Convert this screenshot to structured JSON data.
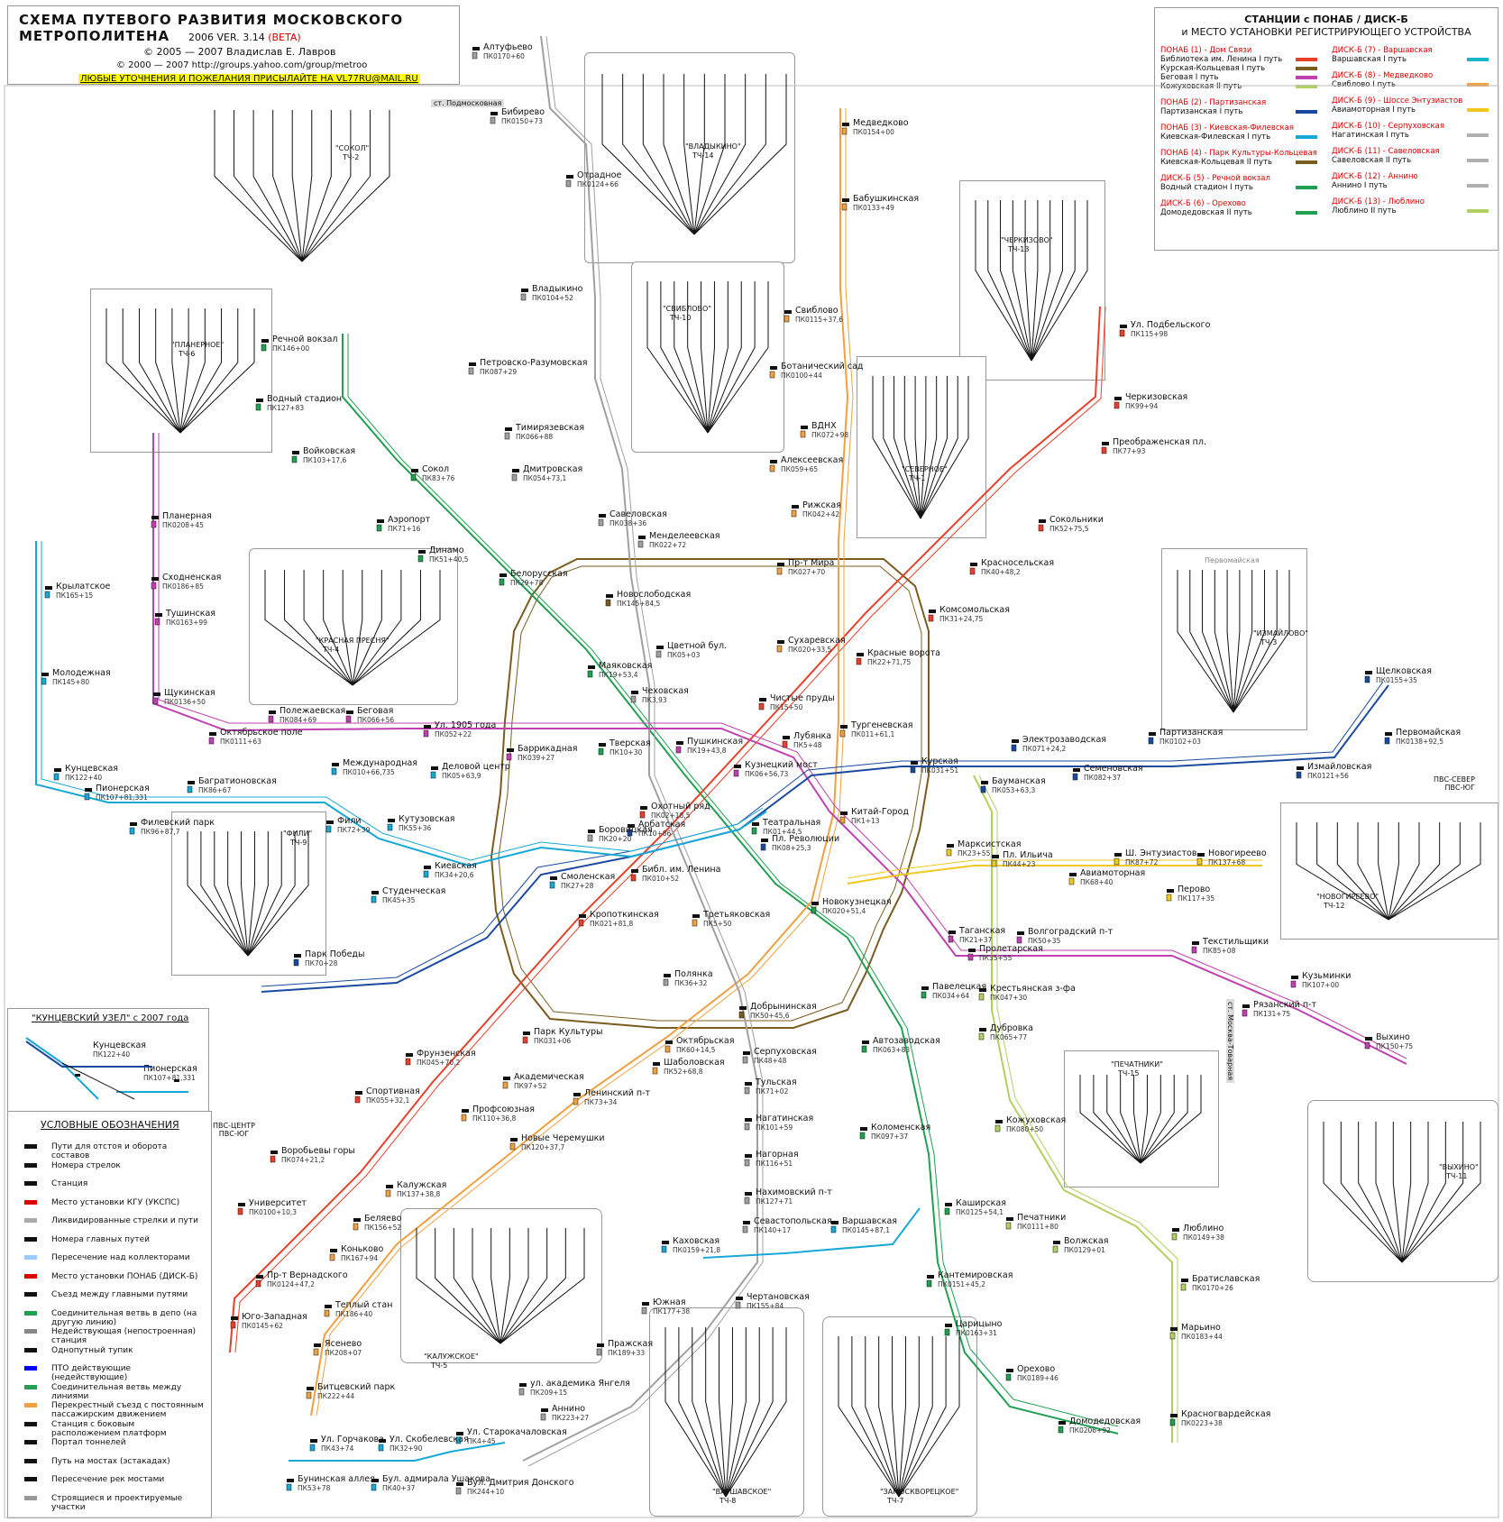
{
  "title": {
    "main": "СХЕМА ПУТЕВОГО РАЗВИТИЯ МОСКОВСКОГО МЕТРОПОЛИТЕНА",
    "version_prefix": "2006   VER. 3.14",
    "version_beta": "(BETA)",
    "copyright": "© 2005 — 2007 Владислав Е. Лавров",
    "group": "© 2000 — 2007 http://groups.yahoo.com/group/metroo",
    "contact": "ЛЮБЫЕ УТОЧНЕНИЯ И ПОЖЕЛАНИЯ ПРИСЫЛАЙТЕ НА VL77RU@MAIL.RU"
  },
  "legend_top": {
    "header_1": "СТАНЦИИ с ПОНАБ / ДИСК-Б",
    "header_2": "и МЕСТО УСТАНОВКИ РЕГИСТРИРУЮЩЕГО УСТРОЙСТВА",
    "left": [
      {
        "head": "ПОНАБ (1) - Дом Связи",
        "lines": [
          "Библиотека им. Ленина I путь",
          "Курская-Кольцевая I путь",
          "Беговая I путь",
          "Кожуховская II путь"
        ],
        "colors": [
          "#e8402a",
          "#7a5c1e",
          "#c040b0",
          "#b0d060"
        ]
      },
      {
        "head": "ПОНАБ (2) - Партизанская",
        "lines": [
          "Партизанская I путь"
        ],
        "colors": [
          "#1a4aa0"
        ]
      },
      {
        "head": "ПОНАБ (3) - Киевская-Филевская",
        "lines": [
          "Киевская-Филевская I путь"
        ],
        "colors": [
          "#18a8d8"
        ]
      },
      {
        "head": "ПОНАБ (4) - Парк Культуры-Кольцевая",
        "lines": [
          "Киевская-Кольцевая II путь"
        ],
        "colors": [
          "#7a5c1e"
        ]
      },
      {
        "head": "ДИСК-Б (5) - Речной вокзал",
        "lines": [
          "Водный стадион I путь"
        ],
        "colors": [
          "#20a050"
        ]
      },
      {
        "head": "ДИСК-Б (6) - Орехово",
        "lines": [
          "Домодедовская II путь"
        ],
        "colors": [
          "#20a050"
        ]
      }
    ],
    "right": [
      {
        "head": "ДИСК-Б (7) - Варшавская",
        "lines": [
          "Варшавская I путь"
        ],
        "colors": [
          "#18b8c8"
        ]
      },
      {
        "head": "ДИСК-Б (8) - Медведково",
        "lines": [
          "Свиблово I путь"
        ],
        "colors": [
          "#f0a040"
        ]
      },
      {
        "head": "ДИСК-Б (9) - Шоссе Энтузиастов",
        "lines": [
          "Авиамоторная I путь"
        ],
        "colors": [
          "#f0c820"
        ]
      },
      {
        "head": "ДИСК-Б (10) - Серпуховская",
        "lines": [
          "Нагатинская I путь"
        ],
        "colors": [
          "#b0b0b0"
        ]
      },
      {
        "head": "ДИСК-Б (11) - Савеловская",
        "lines": [
          "Савеловская II путь"
        ],
        "colors": [
          "#b0b0b0"
        ]
      },
      {
        "head": "ДИСК-Б (12) - Аннино",
        "lines": [
          "Аннино I путь"
        ],
        "colors": [
          "#b0b0b0"
        ]
      },
      {
        "head": "ДИСК-Б (13) - Люблино",
        "lines": [
          "Люблино II путь"
        ],
        "colors": [
          "#b0d060"
        ]
      }
    ]
  },
  "kuntsevo": {
    "title": "\"КУНЦЕВСКИЙ УЗЕЛ\" с 2007 года",
    "stations": [
      {
        "name": "Кунцевская",
        "pk": "ПК122+40"
      },
      {
        "name": "Пионерская",
        "pk": "ПК107+81,331"
      }
    ]
  },
  "conventions": {
    "title": "УСЛОВНЫЕ ОБОЗНАЧЕНИЯ",
    "items": [
      "Пути для отстоя и оборота составов",
      "Номера стрелок",
      "Станция",
      "Место установки КГУ (УКСПС)",
      "Ликвидированные стрелки и пути",
      "Номера главных путей",
      "Пересечение над коллекторами",
      "Место установки ПОНАБ (ДИСК-Б)",
      "Съезд между главными путями",
      "Соединительная ветвь в депо (на другую линию)",
      "Недействующая (непостроенная) станция",
      "Однопутный тупик",
      "ПТО действующие (недействующие)",
      "Соединительная ветвь между линиями",
      "Перекрестный съезд с постоянным пассажирским движением",
      "Станция с боковым расположением платформ",
      "Портал тоннелей",
      "Путь на мостах (эстакадах)",
      "Пересечение рек мостами",
      "Строящиеся и проектируемые участки"
    ]
  },
  "depots": [
    {
      "name": "\"СОКОЛ\"",
      "code": "ТЧ-2"
    },
    {
      "name": "\"ВЛАДЫКИНО\"",
      "code": "ТЧ-14"
    },
    {
      "name": "\"ПЛАНЕРНОЕ\"",
      "code": "ТЧ-6"
    },
    {
      "name": "\"СВИБЛОВО\"",
      "code": "ТЧ-10"
    },
    {
      "name": "\"ЧЕРКИЗОВО\"",
      "code": "ТЧ-13"
    },
    {
      "name": "\"СЕВЕРНОЕ\"",
      "code": "ТЧ-1"
    },
    {
      "name": "\"КРАСНАЯ ПРЕСНЯ\"",
      "code": "ТЧ-4"
    },
    {
      "name": "\"ИЗМАЙЛОВО\"",
      "code": "ТЧ-3"
    },
    {
      "name": "\"ФИЛИ\"",
      "code": "ТЧ-9"
    },
    {
      "name": "\"НОВОГИРЕЕВО\"",
      "code": "ТЧ-12"
    },
    {
      "name": "\"ПЕЧАТНИКИ\"",
      "code": "ТЧ-15"
    },
    {
      "name": "\"ВЫХИНО\"",
      "code": "ТЧ-11"
    },
    {
      "name": "\"КАЛУЖСКОЕ\"",
      "code": "ТЧ-5"
    },
    {
      "name": "\"ВАРШАВСКОЕ\"",
      "code": "ТЧ-8"
    },
    {
      "name": "\"ЗАМОСКВОРЕЦКОЕ\"",
      "code": "ТЧ-7"
    }
  ],
  "labels": {
    "pvs_sever_vladykino": "ПВС-СЕВЕР",
    "pvs_center": "ПВС-ЦЕНТР",
    "pvs_sever_yug": "ПВС-СЕВЕР\nПВС-ЮГ",
    "pvs_center_yug": "ПВС-ЦЕНТР\nПВС-ЮГ",
    "pvs_yug": "ПВС-ЮГ",
    "st_podmoskovnaya": "ст. Подмосковная",
    "st_moskva_tovarnaya": "ст. Москва-Товарная",
    "pervomayskaya_old": "Первомайская"
  },
  "lines": {
    "red": "#e8402a",
    "green": "#20a050",
    "blue": "#1a4aa0",
    "lightblue": "#18a8d8",
    "circle": "#7a5c1e",
    "orange": "#f0a040",
    "violet": "#c040b0",
    "yellow": "#f0c820",
    "grey": "#a0a0a0",
    "lime": "#b0d060"
  },
  "stations": [
    {
      "id": "altufevo",
      "name": "Алтуфьево",
      "pk": "ПК0170+60"
    },
    {
      "id": "bibirevo",
      "name": "Бибирево",
      "pk": "ПК0150+73"
    },
    {
      "id": "otradnoe",
      "name": "Отрадное",
      "pk": "ПК0124+66"
    },
    {
      "id": "vladykino",
      "name": "Владыкино",
      "pk": "ПК0104+52"
    },
    {
      "id": "petrrazum",
      "name": "Петровско-Разумовская",
      "pk": "ПК087+29"
    },
    {
      "id": "timiryaz",
      "name": "Тимирязевская",
      "pk": "ПК066+88"
    },
    {
      "id": "dmitrov",
      "name": "Дмитровская",
      "pk": "ПК054+73,1"
    },
    {
      "id": "savel",
      "name": "Савеловская",
      "pk": "ПК038+36"
    },
    {
      "id": "mendel",
      "name": "Менделеевская",
      "pk": "ПК022+72"
    },
    {
      "id": "novoslob",
      "name": "Новослободская",
      "pk": "ПК145+84,5"
    },
    {
      "id": "tsvetnoy",
      "name": "Цветной бул.",
      "pk": "ПК05+03"
    },
    {
      "id": "chekhov",
      "name": "Чеховская",
      "pk": "ПК3,93"
    },
    {
      "id": "borovits",
      "name": "Боровицкая",
      "pk": "ПК20+20"
    },
    {
      "id": "medvedkovo",
      "name": "Медведково",
      "pk": "ПК0154+00"
    },
    {
      "id": "babush",
      "name": "Бабушкинская",
      "pk": "ПК0133+49"
    },
    {
      "id": "sviblovo",
      "name": "Свиблово",
      "pk": "ПК0115+37,6"
    },
    {
      "id": "botsad",
      "name": "Ботанический сад",
      "pk": "ПК0100+44"
    },
    {
      "id": "vdnh",
      "name": "ВДНХ",
      "pk": "ПК072+98"
    },
    {
      "id": "alekseev",
      "name": "Алексеевская",
      "pk": "ПК059+65"
    },
    {
      "id": "rizhskaya",
      "name": "Рижская",
      "pk": "ПК042+42"
    },
    {
      "id": "prmira",
      "name": "Пр-т Мира",
      "pk": "ПК027+70"
    },
    {
      "id": "sukhar",
      "name": "Сухаревская",
      "pk": "ПК020+33,5"
    },
    {
      "id": "turgen",
      "name": "Тургеневская",
      "pk": "ПК011+61,1"
    },
    {
      "id": "kitaygorod",
      "name": "Китай-Город",
      "pk": "ПК1+13"
    },
    {
      "id": "tretyakov",
      "name": "Третьяковская",
      "pk": "ПК5+50"
    },
    {
      "id": "oktyabr",
      "name": "Октябрьская",
      "pk": "ПК60+14,5"
    },
    {
      "id": "shabol",
      "name": "Шаболовская",
      "pk": "ПК52+68,8"
    },
    {
      "id": "leninsky",
      "name": "Ленинский п-т",
      "pk": "ПК73+34"
    },
    {
      "id": "akadem",
      "name": "Академическая",
      "pk": "ПК97+52"
    },
    {
      "id": "profsoyuz",
      "name": "Профсоюзная",
      "pk": "ПК110+36,8"
    },
    {
      "id": "novcherem",
      "name": "Новые Черемушки",
      "pk": "ПК120+37,7"
    },
    {
      "id": "kaluzh",
      "name": "Калужская",
      "pk": "ПК137+38,8"
    },
    {
      "id": "belyaevo",
      "name": "Беляево",
      "pk": "ПК156+52"
    },
    {
      "id": "konkovo",
      "name": "Коньково",
      "pk": "ПК167+94"
    },
    {
      "id": "teplystan",
      "name": "Теплый стан",
      "pk": "ПК186+40"
    },
    {
      "id": "yasenevo",
      "name": "Ясенево",
      "pk": "ПК208+07"
    },
    {
      "id": "bitspark",
      "name": "Битцевский парк",
      "pk": "ПК222+44"
    },
    {
      "id": "rechvokzal",
      "name": "Речной вокзал",
      "pk": "ПК146+00"
    },
    {
      "id": "vodstad",
      "name": "Водный стадион",
      "pk": "ПК127+83"
    },
    {
      "id": "voykov",
      "name": "Войковская",
      "pk": "ПК103+17,6"
    },
    {
      "id": "sokol",
      "name": "Сокол",
      "pk": "ПК83+76"
    },
    {
      "id": "aeroport",
      "name": "Аэропорт",
      "pk": "ПК71+16"
    },
    {
      "id": "dinamo",
      "name": "Динамо",
      "pk": "ПК51+40,5"
    },
    {
      "id": "belorus",
      "name": "Белорусская",
      "pk": "ПК29+78"
    },
    {
      "id": "mayak",
      "name": "Маяковская",
      "pk": "ПК19+53,4"
    },
    {
      "id": "tverskaya",
      "name": "Тверская",
      "pk": "ПК10+30"
    },
    {
      "id": "teatral",
      "name": "Театральная",
      "pk": "ПК01+44,5"
    },
    {
      "id": "novokuzn",
      "name": "Новокузнецкая",
      "pk": "ПК020+51,4"
    },
    {
      "id": "paveletsk",
      "name": "Павелецкая",
      "pk": "ПК034+64"
    },
    {
      "id": "avtozavod",
      "name": "Автозаводская",
      "pk": "ПК063+83"
    },
    {
      "id": "kolomen",
      "name": "Коломенская",
      "pk": "ПК097+37"
    },
    {
      "id": "kashir",
      "name": "Каширская",
      "pk": "ПК0125+54,1"
    },
    {
      "id": "kantem",
      "name": "Кантемировская",
      "pk": "ПК0151+45,2"
    },
    {
      "id": "tsaritsyno",
      "name": "Царицыно",
      "pk": "ПК0163+31"
    },
    {
      "id": "orekhovo",
      "name": "Орехово",
      "pk": "ПК0189+46"
    },
    {
      "id": "domodedov",
      "name": "Домодедовская",
      "pk": "ПК0206+92"
    },
    {
      "id": "krasnogv",
      "name": "Красногвардейская",
      "pk": "ПК0223+38"
    },
    {
      "id": "planernaya",
      "name": "Планерная",
      "pk": "ПК0208+45"
    },
    {
      "id": "skhodnen",
      "name": "Сходненская",
      "pk": "ПК0186+85"
    },
    {
      "id": "tushin",
      "name": "Тушинская",
      "pk": "ПК0163+99"
    },
    {
      "id": "shchukin",
      "name": "Щукинская",
      "pk": "ПК0136+50"
    },
    {
      "id": "oktpole",
      "name": "Октябрьское поле",
      "pk": "ПК0111+63"
    },
    {
      "id": "polezh",
      "name": "Полежаевская",
      "pk": "ПК084+69"
    },
    {
      "id": "begovaya",
      "name": "Беговая",
      "pk": "ПК066+56"
    },
    {
      "id": "ul1905",
      "name": "Ул. 1905 года",
      "pk": "ПК052+22"
    },
    {
      "id": "barrik",
      "name": "Баррикадная",
      "pk": "ПК039+27"
    },
    {
      "id": "pushkin",
      "name": "Пушкинская",
      "pk": "ПК19+43,8"
    },
    {
      "id": "kuzmost",
      "name": "Кузнецкий мост",
      "pk": "ПК06+56,73"
    },
    {
      "id": "taganskaya",
      "name": "Таганская",
      "pk": "ПК21+37"
    },
    {
      "id": "proletar",
      "name": "Пролетарская",
      "pk": "ПК35+55"
    },
    {
      "id": "volgpr",
      "name": "Волгоградский п-т",
      "pk": "ПК50+35"
    },
    {
      "id": "tekstil",
      "name": "Текстильщики",
      "pk": "ПК85+08"
    },
    {
      "id": "kuzminki",
      "name": "Кузьминки",
      "pk": "ПК107+00"
    },
    {
      "id": "ryazpr",
      "name": "Рязанский п-т",
      "pk": "ПК131+75"
    },
    {
      "id": "vykhino",
      "name": "Выхино",
      "pk": "ПК150+75"
    },
    {
      "id": "chistprudy",
      "name": "Чистые пруды",
      "pk": "ПК15+50"
    },
    {
      "id": "lubyanka",
      "name": "Лубянка",
      "pk": "ПК5+48"
    },
    {
      "id": "okhotryad",
      "name": "Охотный ряд",
      "pk": "ПК02+18,5"
    },
    {
      "id": "biblenina",
      "name": "Библ. им. Ленина",
      "pk": "ПК010+52"
    },
    {
      "id": "kropotk",
      "name": "Кропоткинская",
      "pk": "ПК021+81,8"
    },
    {
      "id": "parkkult",
      "name": "Парк Культуры",
      "pk": "ПК031+06"
    },
    {
      "id": "frunzen",
      "name": "Фрунзенская",
      "pk": "ПК045+70,2"
    },
    {
      "id": "sportiv",
      "name": "Спортивная",
      "pk": "ПК055+32,1"
    },
    {
      "id": "vorobgory",
      "name": "Воробьевы горы",
      "pk": "ПК074+21,2"
    },
    {
      "id": "universitet",
      "name": "Университет",
      "pk": "ПК0100+10,3"
    },
    {
      "id": "prvernad",
      "name": "Пр-т Вернадского",
      "pk": "ПК0124+47,2"
    },
    {
      "id": "yugozap",
      "name": "Юго-Западная",
      "pk": "ПК0145+62"
    },
    {
      "id": "krasvorota",
      "name": "Красные ворота",
      "pk": "ПК22+71,75"
    },
    {
      "id": "komsomol",
      "name": "Комсомольская",
      "pk": "ПК31+24,75"
    },
    {
      "id": "krasnosel",
      "name": "Красносельская",
      "pk": "ПК40+48,2"
    },
    {
      "id": "sokolniki",
      "name": "Сокольники",
      "pk": "ПК52+75,5"
    },
    {
      "id": "preobr",
      "name": "Преображенская пл.",
      "pk": "ПК77+93"
    },
    {
      "id": "cherkiz",
      "name": "Черкизовская",
      "pk": "ПК99+94"
    },
    {
      "id": "podbel",
      "name": "Ул. Подбельского",
      "pk": "ПК115+98"
    },
    {
      "id": "kurskaya",
      "name": "Курская",
      "pk": "ПК031+51"
    },
    {
      "id": "baumanskaya",
      "name": "Бауманская",
      "pk": "ПК053+63,3"
    },
    {
      "id": "elektroz",
      "name": "Электрозаводская",
      "pk": "ПК071+24,2"
    },
    {
      "id": "semenov",
      "name": "Семеновская",
      "pk": "ПК082+37"
    },
    {
      "id": "partizan",
      "name": "Партизанская",
      "pk": "ПК0102+03"
    },
    {
      "id": "izmaylov",
      "name": "Измайловская",
      "pk": "ПК0121+56"
    },
    {
      "id": "pervomay",
      "name": "Первомайская",
      "pk": "ПК0138+92,5"
    },
    {
      "id": "shchelkov",
      "name": "Щелковская",
      "pk": "ПК0155+35"
    },
    {
      "id": "marks",
      "name": "Марксистская",
      "pk": "ПК23+55"
    },
    {
      "id": "pllyicha",
      "name": "Пл. Ильича",
      "pk": "ПК44+23"
    },
    {
      "id": "aviamotor",
      "name": "Авиамоторная",
      "pk": "ПК68+40"
    },
    {
      "id": "shentuz",
      "name": "Ш. Энтузиастов",
      "pk": "ПК87+72"
    },
    {
      "id": "perovo",
      "name": "Перово",
      "pk": "ПК117+35"
    },
    {
      "id": "novogireevo",
      "name": "Новогиреево",
      "pk": "ПК137+68"
    },
    {
      "id": "krivkrest",
      "name": "Крестьянская з-фа",
      "pk": "ПК047+30"
    },
    {
      "id": "dubrovka",
      "name": "Дубровка",
      "pk": "ПК065+77"
    },
    {
      "id": "kozhukh",
      "name": "Кожуховская",
      "pk": "ПК080+50"
    },
    {
      "id": "pechatniki",
      "name": "Печатники",
      "pk": "ПК0111+80"
    },
    {
      "id": "volzhskaya",
      "name": "Волжская",
      "pk": "ПК0129+01"
    },
    {
      "id": "lyublino",
      "name": "Люблино",
      "pk": "ПК0149+38"
    },
    {
      "id": "bratislav",
      "name": "Братиславская",
      "pk": "ПК0170+26"
    },
    {
      "id": "maryino",
      "name": "Марьино",
      "pk": "ПК0183+44"
    },
    {
      "id": "kievskaya",
      "name": "Киевская",
      "pk": "ПК34+20,6"
    },
    {
      "id": "smolensk",
      "name": "Смоленская",
      "pk": "ПК27+28"
    },
    {
      "id": "arbatsk",
      "name": "Арбатская",
      "pk": "ПК10+86"
    },
    {
      "id": "revol",
      "name": "Пл. Революции",
      "pk": "ПК08+25,3"
    },
    {
      "id": "parkpobedy",
      "name": "Парк Победы",
      "pk": "ПК70+28"
    },
    {
      "id": "studench",
      "name": "Студенческая",
      "pk": "ПК45+35"
    },
    {
      "id": "kutuz",
      "name": "Кутузовская",
      "pk": "ПК55+36"
    },
    {
      "id": "fili",
      "name": "Фили",
      "pk": "ПК72+39"
    },
    {
      "id": "bagration",
      "name": "Багратионовская",
      "pk": "ПК86+67"
    },
    {
      "id": "filpark",
      "name": "Филевский парк",
      "pk": "ПК96+87,7"
    },
    {
      "id": "pionersk",
      "name": "Пионерская",
      "pk": "ПК107+81,331"
    },
    {
      "id": "kuntsev",
      "name": "Кунцевская",
      "pk": "ПК122+40"
    },
    {
      "id": "molodezh",
      "name": "Молодежная",
      "pk": "ПК145+80"
    },
    {
      "id": "krylatsk",
      "name": "Крылатское",
      "pk": "ПК165+15"
    },
    {
      "id": "mezhdunar",
      "name": "Международная",
      "pk": "ПК010+66,735"
    },
    {
      "id": "delcenter",
      "name": "Деловой центр",
      "pk": "ПК05+63,9"
    },
    {
      "id": "dobryn",
      "name": "Добрынинская",
      "pk": "ПК50+45,6"
    },
    {
      "id": "serpukh",
      "name": "Серпуховская",
      "pk": "ПК48+48"
    },
    {
      "id": "tulskaya",
      "name": "Тульская",
      "pk": "ПК71+02"
    },
    {
      "id": "nagatin",
      "name": "Нагатинская",
      "pk": "ПК101+59"
    },
    {
      "id": "nagornaya",
      "name": "Нагорная",
      "pk": "ПК116+51"
    },
    {
      "id": "nakhim",
      "name": "Нахимовский п-т",
      "pk": "ПК127+71"
    },
    {
      "id": "sevastop",
      "name": "Севастопольская",
      "pk": "ПК140+17"
    },
    {
      "id": "chertan",
      "name": "Чертановская",
      "pk": "ПК155+84"
    },
    {
      "id": "yuzhnaya",
      "name": "Южная",
      "pk": "ПК177+38"
    },
    {
      "id": "prazhskaya",
      "name": "Пражская",
      "pk": "ПК189+33"
    },
    {
      "id": "yangelya",
      "name": "ул. академика Янгеля",
      "pk": "ПК209+15"
    },
    {
      "id": "annino",
      "name": "Аннино",
      "pk": "ПК223+27"
    },
    {
      "id": "dmdonskoy",
      "name": "Бул. Дмитрия Донского",
      "pk": "ПК244+10"
    },
    {
      "id": "varshav",
      "name": "Варшавская",
      "pk": "ПК0145+87,1"
    },
    {
      "id": "kakhov",
      "name": "Каховская",
      "pk": "ПК0159+21,8"
    },
    {
      "id": "polyanka",
      "name": "Полянка",
      "pk": "ПК36+32"
    },
    {
      "id": "gorchakova",
      "name": "Ул. Горчакова",
      "pk": "ПК43+74"
    },
    {
      "id": "skobelev",
      "name": "Ул. Скобелевская",
      "pk": "ПК32+90"
    },
    {
      "id": "starokach",
      "name": "Ул. Старокачаловская",
      "pk": "ПК4+45"
    },
    {
      "id": "buninsk",
      "name": "Бунинская аллея",
      "pk": "ПК53+78"
    },
    {
      "id": "ushakova",
      "name": "Бул. адмирала Ушакова",
      "pk": "ПК40+37"
    }
  ]
}
